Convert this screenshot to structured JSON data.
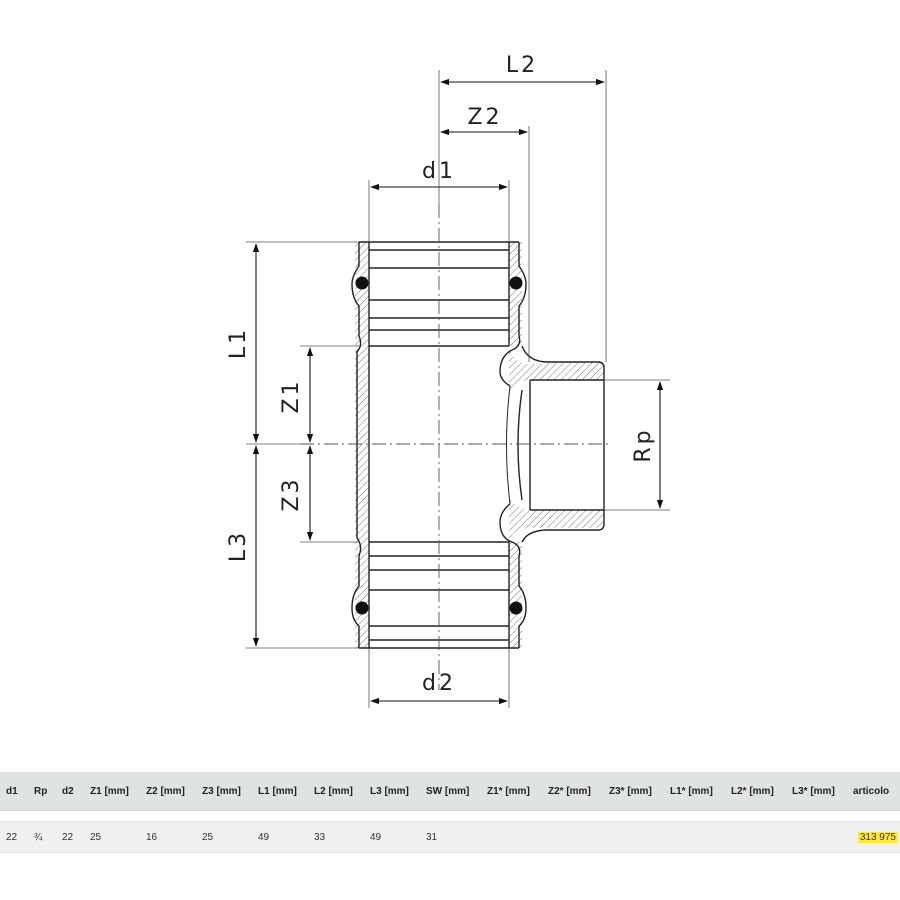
{
  "dimension_labels": {
    "l1": "L1",
    "l2": "L2",
    "l3": "L3",
    "z1": "Z1",
    "z2": "Z2",
    "z3": "Z3",
    "d1": "d1",
    "d2": "d2",
    "rp": "Rp"
  },
  "table": {
    "headers": [
      "d1",
      "Rp",
      "d2",
      "Z1 [mm]",
      "Z2 [mm]",
      "Z3 [mm]",
      "L1 [mm]",
      "L2 [mm]",
      "L3 [mm]",
      "SW [mm]",
      "Z1* [mm]",
      "Z2* [mm]",
      "Z3* [mm]",
      "L1* [mm]",
      "L2* [mm]",
      "L3* [mm]",
      "articolo"
    ],
    "rows": [
      [
        "22",
        "¾",
        "22",
        "25",
        "16",
        "25",
        "49",
        "33",
        "49",
        "31",
        "",
        "",
        "",
        "",
        "",
        "",
        "313 975"
      ]
    ],
    "highlight_color": "#ffe83a"
  }
}
